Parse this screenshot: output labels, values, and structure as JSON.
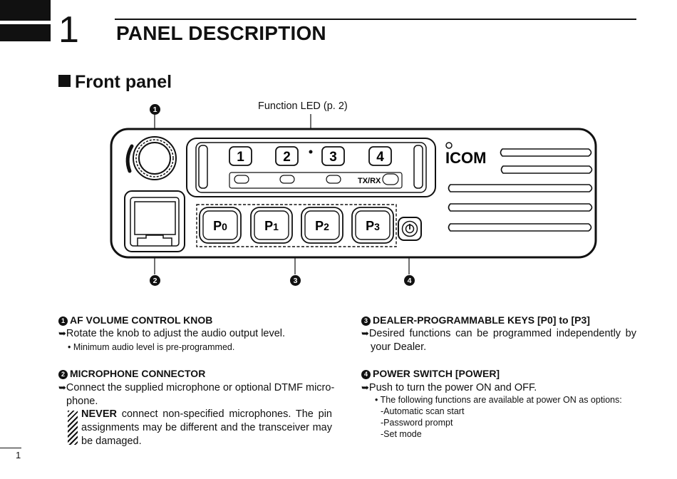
{
  "header": {
    "chapter_number": "1",
    "chapter_title": "PANEL DESCRIPTION"
  },
  "section": {
    "title": "Front panel"
  },
  "diagram": {
    "led_label": "Function LED (p. 2)",
    "brand": "ICOM",
    "channel_keys": [
      "1",
      "2",
      "3",
      "4"
    ],
    "txrx_label": "TX/RX",
    "p_keys": [
      {
        "main": "P",
        "sub": "0"
      },
      {
        "main": "P",
        "sub": "1"
      },
      {
        "main": "P",
        "sub": "2"
      },
      {
        "main": "P",
        "sub": "3"
      }
    ],
    "callouts": [
      "1",
      "2",
      "3",
      "4"
    ]
  },
  "items": {
    "af": {
      "number": "1",
      "heading": "AF VOLUME CONTROL KNOB",
      "text": "Rotate the knob to adjust the audio output level.",
      "note": "• Minimum audio level is pre-programmed."
    },
    "mic": {
      "number": "2",
      "heading": "MICROPHONE CONNECTOR",
      "text_line1": "Connect the supplied microphone or optional DTMF micro-",
      "text_line2": "phone.",
      "caution_strong": "NEVER",
      "caution_line1": " connect non-specified microphones. The pin",
      "caution_line2": "assignments may be different and the transceiver may",
      "caution_line3": "be damaged."
    },
    "dealer": {
      "number": "3",
      "heading": "DEALER-PROGRAMMABLE KEYS [P0] to [P3]",
      "text_line1": "Desired functions can be programmed independently by",
      "text_line2": "your Dealer."
    },
    "power": {
      "number": "4",
      "heading": "POWER SWITCH [POWER]",
      "text": "Push to turn the power ON and OFF.",
      "note": "• The following functions are available at power ON as options:",
      "options": [
        "Automatic scan start",
        "Password prompt",
        "Set mode"
      ]
    }
  },
  "footer": {
    "page_number": "1"
  }
}
